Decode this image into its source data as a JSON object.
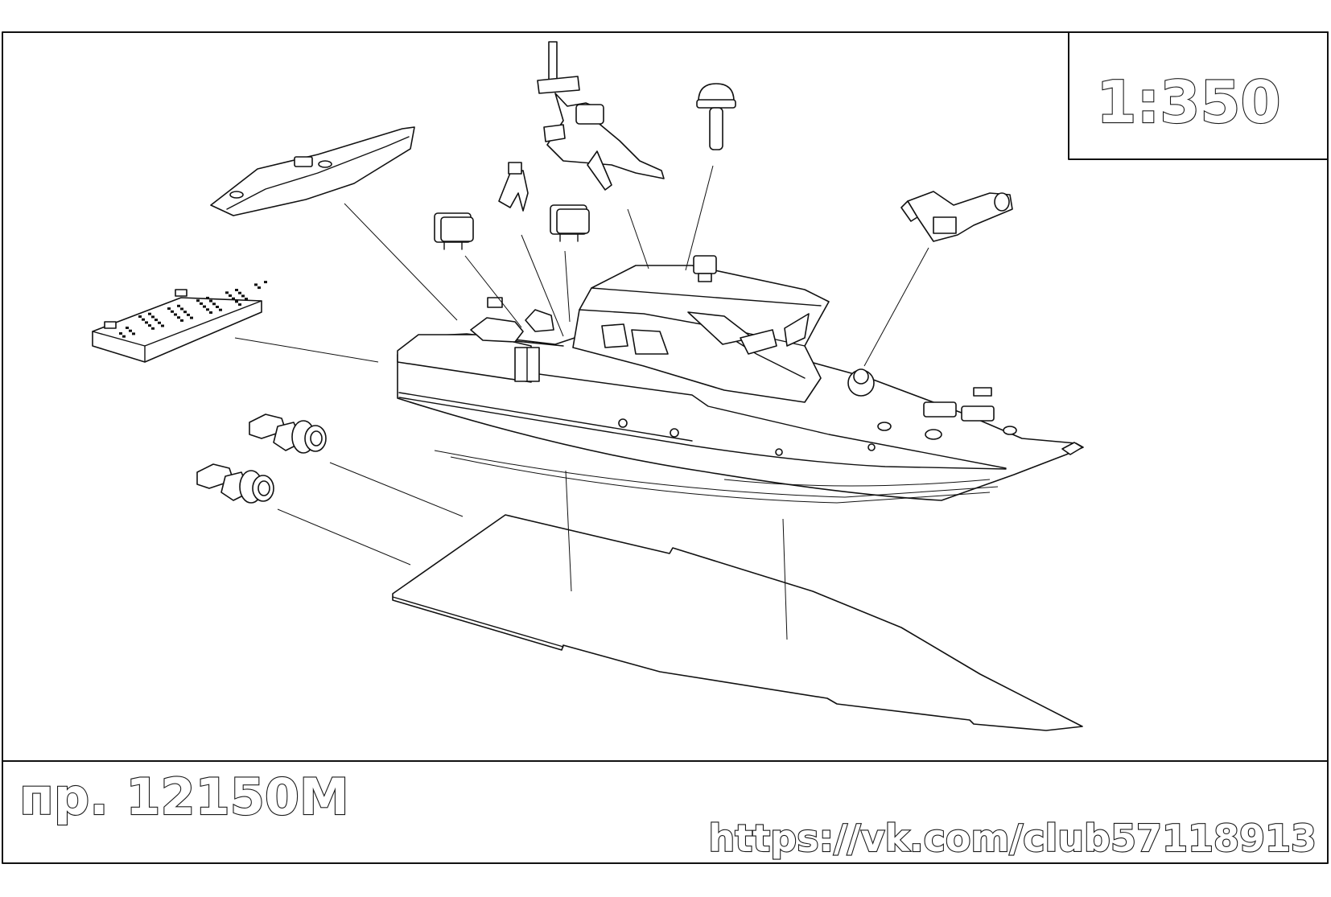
{
  "scale_label": "1:350",
  "project_label": "пр. 12150М",
  "url_label": "https://vk.com/club57118913",
  "colors": {
    "line": "#111111",
    "background": "#ffffff"
  }
}
